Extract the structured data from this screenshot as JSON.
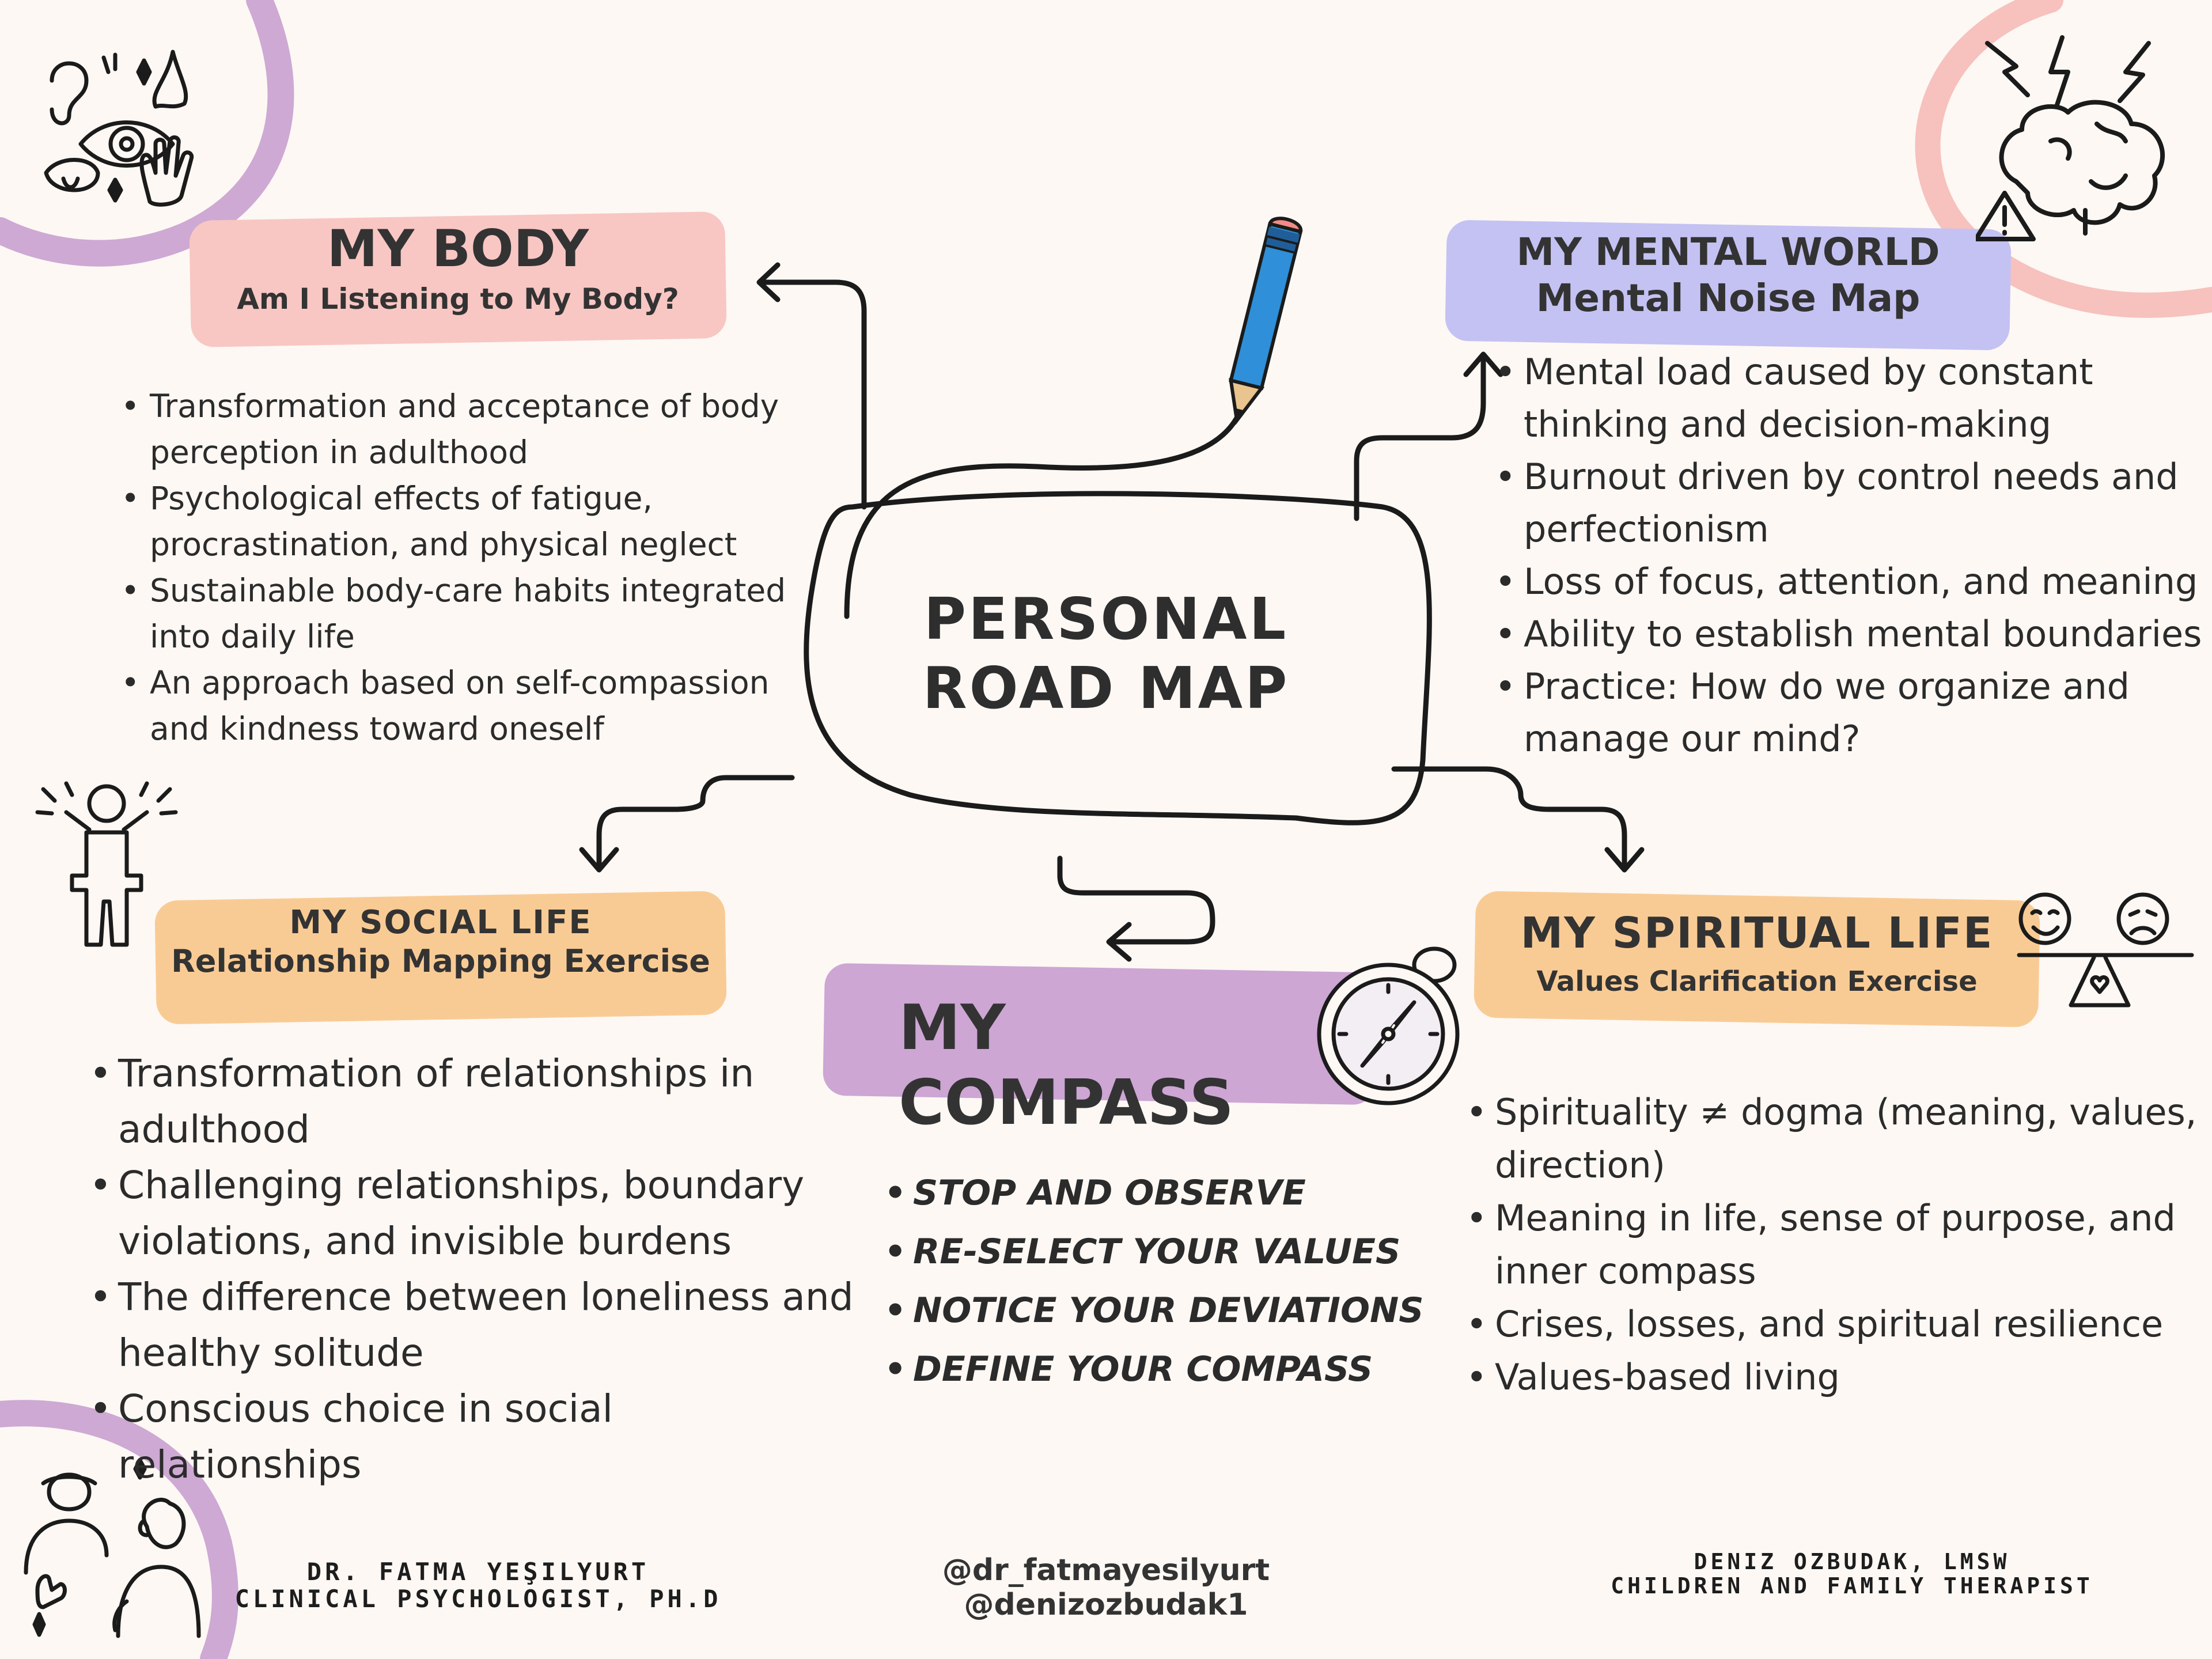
{
  "center": {
    "line1": "PERSONAL",
    "line2": "ROAD MAP"
  },
  "body": {
    "title": "MY BODY",
    "subtitle": "Am I Listening to My Body?",
    "items": [
      "Transformation and acceptance of body perception in adulthood",
      "Psychological effects of fatigue, procrastination, and physical neglect",
      "Sustainable body-care habits integrated into daily life",
      "An approach based on self-compassion and kindness toward oneself"
    ]
  },
  "mental": {
    "title": "MY MENTAL WORLD",
    "subtitle": "Mental Noise Map",
    "items": [
      "Mental load caused by constant thinking and decision-making",
      "Burnout driven by control needs and perfectionism",
      "Loss of focus, attention, and meaning",
      "Ability to establish mental boundaries",
      "Practice: How do we organize and manage our mind?"
    ]
  },
  "social": {
    "title": "MY SOCIAL LIFE",
    "subtitle": "Relationship Mapping Exercise",
    "items": [
      "Transformation of relationships in adulthood",
      "Challenging relationships, boundary violations, and invisible burdens",
      "The difference between loneliness and healthy solitude",
      "Conscious choice in social relationships"
    ]
  },
  "compass": {
    "title": "MY COMPASS",
    "items": [
      "STOP AND OBSERVE",
      "RE-SELECT YOUR VALUES",
      "NOTICE YOUR DEVIATIONS",
      "DEFINE YOUR COMPASS"
    ]
  },
  "spiritual": {
    "title": "MY SPIRITUAL LIFE",
    "subtitle": "Values Clarification Exercise",
    "items": [
      "Spirituality ≠ dogma (meaning, values, direction)",
      "Meaning in life, sense of purpose, and inner compass",
      "Crises, losses, and spiritual resilience",
      "Values-based living"
    ]
  },
  "footer": {
    "left_name": "DR. FATMA YEŞILYURT",
    "left_role": "CLINICAL PSYCHOLOGIST, PH.D",
    "handle1": "@dr_fatmayesilyurt",
    "handle2": "@denizozbudak1",
    "right_name": "DENIZ OZBUDAK, LMSW",
    "right_role": "CHILDREN AND FAMILY THERAPIST"
  },
  "colors": {
    "background": "#fdf8f4",
    "body_brush": "#f8c7c3",
    "mental_brush": "#c4c2f3",
    "social_brush": "#f9cb94",
    "compass_brush": "#cda6d4",
    "spiritual_brush": "#f9cb94",
    "corner_purple": "#c9a0d0",
    "corner_pink": "#f6b7b3",
    "pencil_blue": "#2f8fd8"
  },
  "icons": [
    "senses-icon",
    "stressed-brain-icon",
    "stick-figure-icon",
    "pencil-icon",
    "compass-icon",
    "balance-scale-icon",
    "two-people-icon"
  ]
}
